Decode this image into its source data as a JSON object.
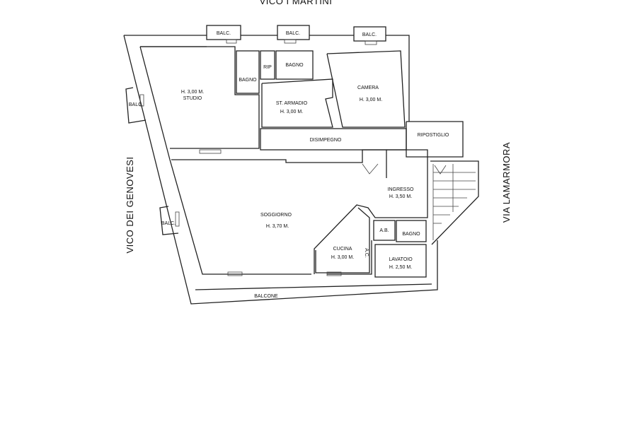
{
  "streets": {
    "top": "VICO I MARTINI",
    "left": "VICO DEI GENOVESI",
    "right": "VIA LAMARMORA"
  },
  "rooms": {
    "balc_top_1": "BALC.",
    "balc_top_2": "BALC.",
    "balc_top_3": "BALC.",
    "balc_left_1": "BALC.",
    "balc_left_2": "BALC.",
    "studio_height": "H. 3,00 M.",
    "studio_name": "STUDIO",
    "bagno_1": "BAGNO",
    "rip": "RIP",
    "bagno_2": "BAGNO",
    "armadio_name": "ST. ARMADIO",
    "armadio_height": "H. 3,00 M.",
    "camera_name": "CAMERA",
    "camera_height": "H. 3,00 M.",
    "disimpegno": "DISIMPEGNO",
    "ripostiglio": "RIPOSTIGLIO",
    "ingresso_name": "INGRESSO",
    "ingresso_height": "H. 3,50 M.",
    "soggiorno_name": "SOGGIORNO",
    "soggiorno_height": "H. 3,70 M.",
    "ab": "A.B.",
    "bagno_3": "BAGNO",
    "cucina_name": "CUCINA",
    "cucina_height": "H. 3,00 M.",
    "ac": "A.C.",
    "lavatoio_name": "LAVATOIO",
    "lavatoio_height": "H. 2,50 M.",
    "balcone": "BALCONE"
  }
}
